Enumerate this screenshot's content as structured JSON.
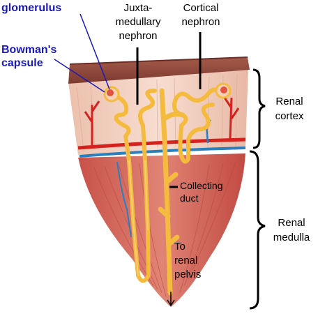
{
  "labels": {
    "glomerulus": "glomerulus",
    "bowmans_line1": "Bowman's",
    "bowmans_line2": "capsule",
    "juxta_line1": "Juxta-",
    "juxta_line2": "medullary",
    "juxta_line3": "nephron",
    "cortical_line1": "Cortical",
    "cortical_line2": "nephron",
    "renal_cortex_line1": "Renal",
    "renal_cortex_line2": "cortex",
    "collecting_line1": "Collecting",
    "collecting_line2": "duct",
    "renal_medulla_line1": "Renal",
    "renal_medulla_line2": "medulla",
    "pelvis_line1": "To",
    "pelvis_line2": "renal",
    "pelvis_line3": "pelvis"
  },
  "colors": {
    "label_blue": "#1a1ab8",
    "capsule_top": "#8f4a3c",
    "cortex": "#efc6b4",
    "medulla": "#d4655a",
    "artery": "#d6221f",
    "vein": "#2a7fbf",
    "nephron": "#f6c350"
  }
}
